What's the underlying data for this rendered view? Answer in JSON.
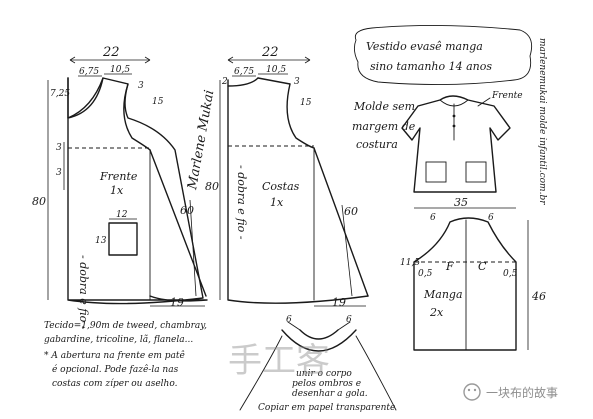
{
  "front": {
    "width": "22",
    "neck_width": "6,75",
    "shoulder_width": "10,5",
    "shoulder_drop": "3",
    "neck_depth": "7,25",
    "armhole_depth": "15",
    "length": "80",
    "hem_flare": "60",
    "hem_extension": "19",
    "opening_marks": [
      "3",
      "3"
    ],
    "label": "Frente",
    "count": "1x",
    "fold_text": "- dobra e fio -",
    "pocket_width": "12",
    "pocket_height": "13"
  },
  "back": {
    "width": "22",
    "neck_width": "6,75",
    "shoulder_width": "10,5",
    "shoulder_drop": "3",
    "neck_depth": "2",
    "armhole_depth": "15",
    "length": "80",
    "hem_flare": "60",
    "hem_extension": "19",
    "label": "Costas",
    "count": "1x",
    "fold_text": "- dobra e fio -"
  },
  "title": {
    "line1": "Vestido evasê manga",
    "line2": "sino tamanho 14 anos"
  },
  "site_vertical": "marlenemukai molde infantil.com.br",
  "author_signature": "Marlene Mukai",
  "note": {
    "line1": "Molde sem",
    "line2": "margem de",
    "line3": "costura"
  },
  "illustration": {
    "front_label": "Frente"
  },
  "sleeve": {
    "width": "35",
    "dim_top_left": "6",
    "dim_top_right": "6",
    "cap_height": "11,5",
    "side_marks_left": "0,5",
    "side_marks_right": "0,5",
    "front_mark": "F",
    "back_mark": "C",
    "label": "Manga",
    "count": "2x",
    "length": "46"
  },
  "fabric": {
    "line1": "Tecido=1,90m de tweed, chambray,",
    "line2": "gabardine, tricoline, lã, flanela...",
    "line3": "* A abertura na frente em patê",
    "line4": "é opcional. Pode fazê-la nas",
    "line5": "costas com zíper ou aselho."
  },
  "collar": {
    "dim_left": "6",
    "dim_right": "6",
    "line1": "unir o corpo",
    "line2": "pelos ombros e",
    "line3": "desenhar a gola.",
    "line4": "Copiar em papel transparente"
  },
  "watermark": {
    "center_text": "手工客",
    "brand_text": "一块布的故事"
  },
  "chart_data": {
    "type": "diagram",
    "pieces": [
      {
        "name": "Frente",
        "count": "1x",
        "measurements": [
          "22",
          "6,75",
          "10,5",
          "3",
          "7,25",
          "15",
          "80",
          "60",
          "19",
          "12",
          "13"
        ]
      },
      {
        "name": "Costas",
        "count": "1x",
        "measurements": [
          "22",
          "6,75",
          "10,5",
          "3",
          "2",
          "15",
          "80",
          "60",
          "19"
        ]
      },
      {
        "name": "Manga",
        "count": "2x",
        "measurements": [
          "35",
          "6",
          "6",
          "11,5",
          "0,5",
          "0,5",
          "46"
        ]
      }
    ]
  }
}
